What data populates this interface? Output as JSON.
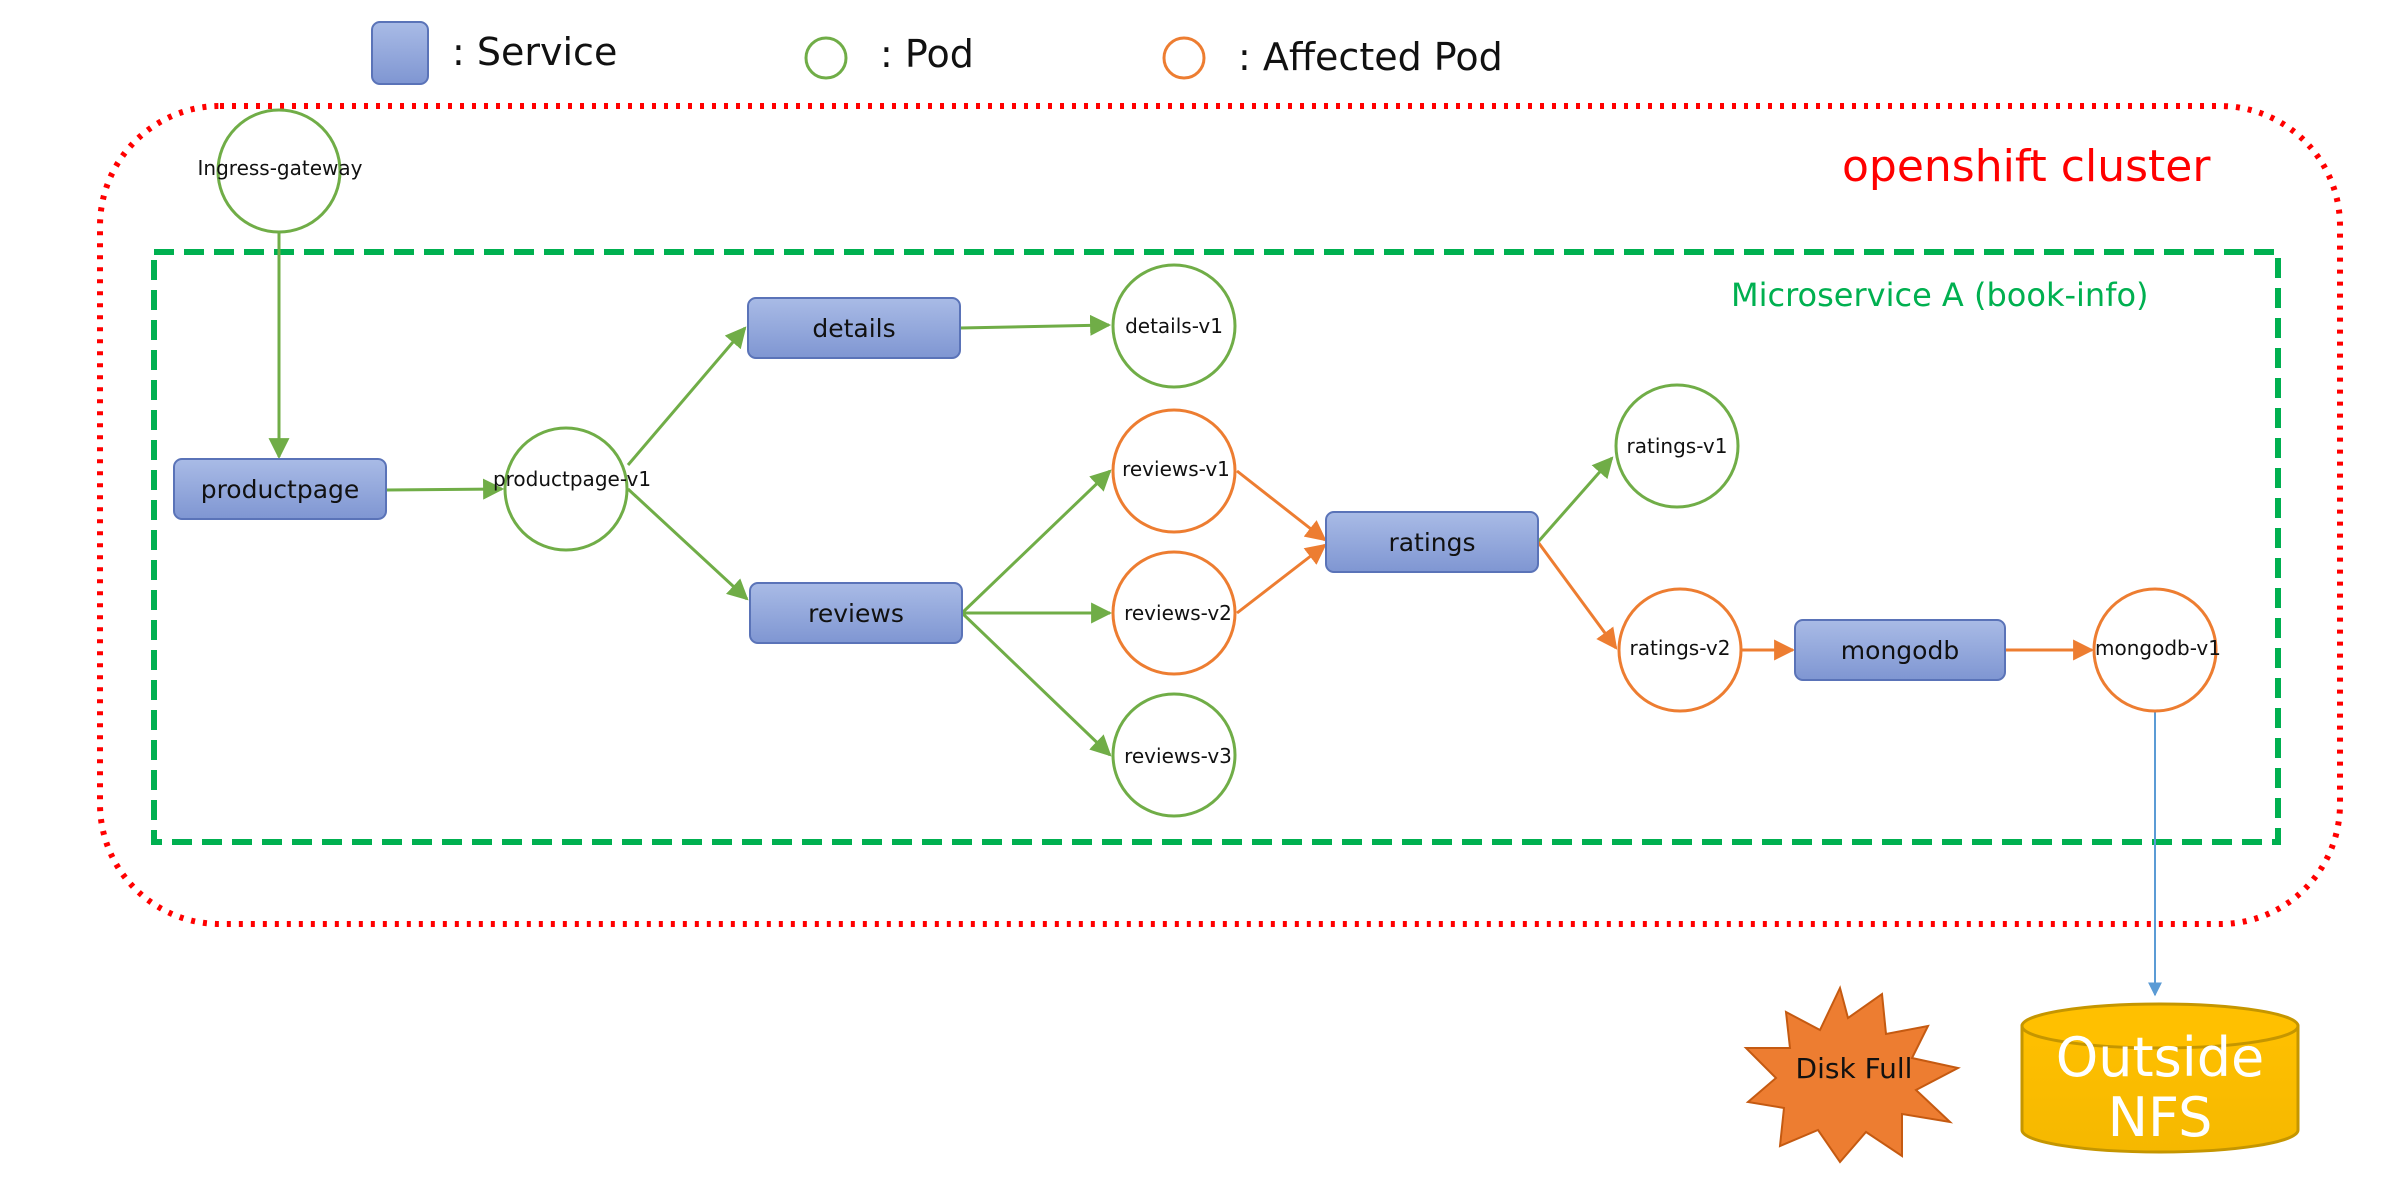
{
  "legend": {
    "service": ": Service",
    "pod": ": Pod",
    "affected_pod": ": Affected Pod"
  },
  "cluster": {
    "label": "openshift cluster"
  },
  "microservice": {
    "label": "Microservice A (book-info)"
  },
  "services": {
    "productpage": "productpage",
    "details": "details",
    "reviews": "reviews",
    "ratings": "ratings",
    "mongodb": "mongodb"
  },
  "pods": {
    "ingress_gateway": "Ingress-gateway",
    "productpage_v1": "productpage-v1",
    "details_v1": "details-v1",
    "reviews_v1": "reviews-v1",
    "reviews_v2": "reviews-v2",
    "reviews_v3": "reviews-v3",
    "ratings_v1": "ratings-v1",
    "ratings_v2": "ratings-v2",
    "mongodb_v1": "mongodb-v1"
  },
  "storage": {
    "disk_full": "Disk Full",
    "nfs_line1": "Outside",
    "nfs_line2": "NFS"
  },
  "colors": {
    "service_fill": "#8ea3d8",
    "service_stroke": "#5a73b8",
    "pod_ok": "#70ad47",
    "pod_affected": "#ed7d31",
    "cluster_border": "#ff0000",
    "microservice_border": "#00b050",
    "nfs_fill": "#ffc000",
    "nfs_stroke": "#c59600",
    "nfs_link": "#5b9bd5",
    "disk_full_fill": "#ed7d31"
  }
}
